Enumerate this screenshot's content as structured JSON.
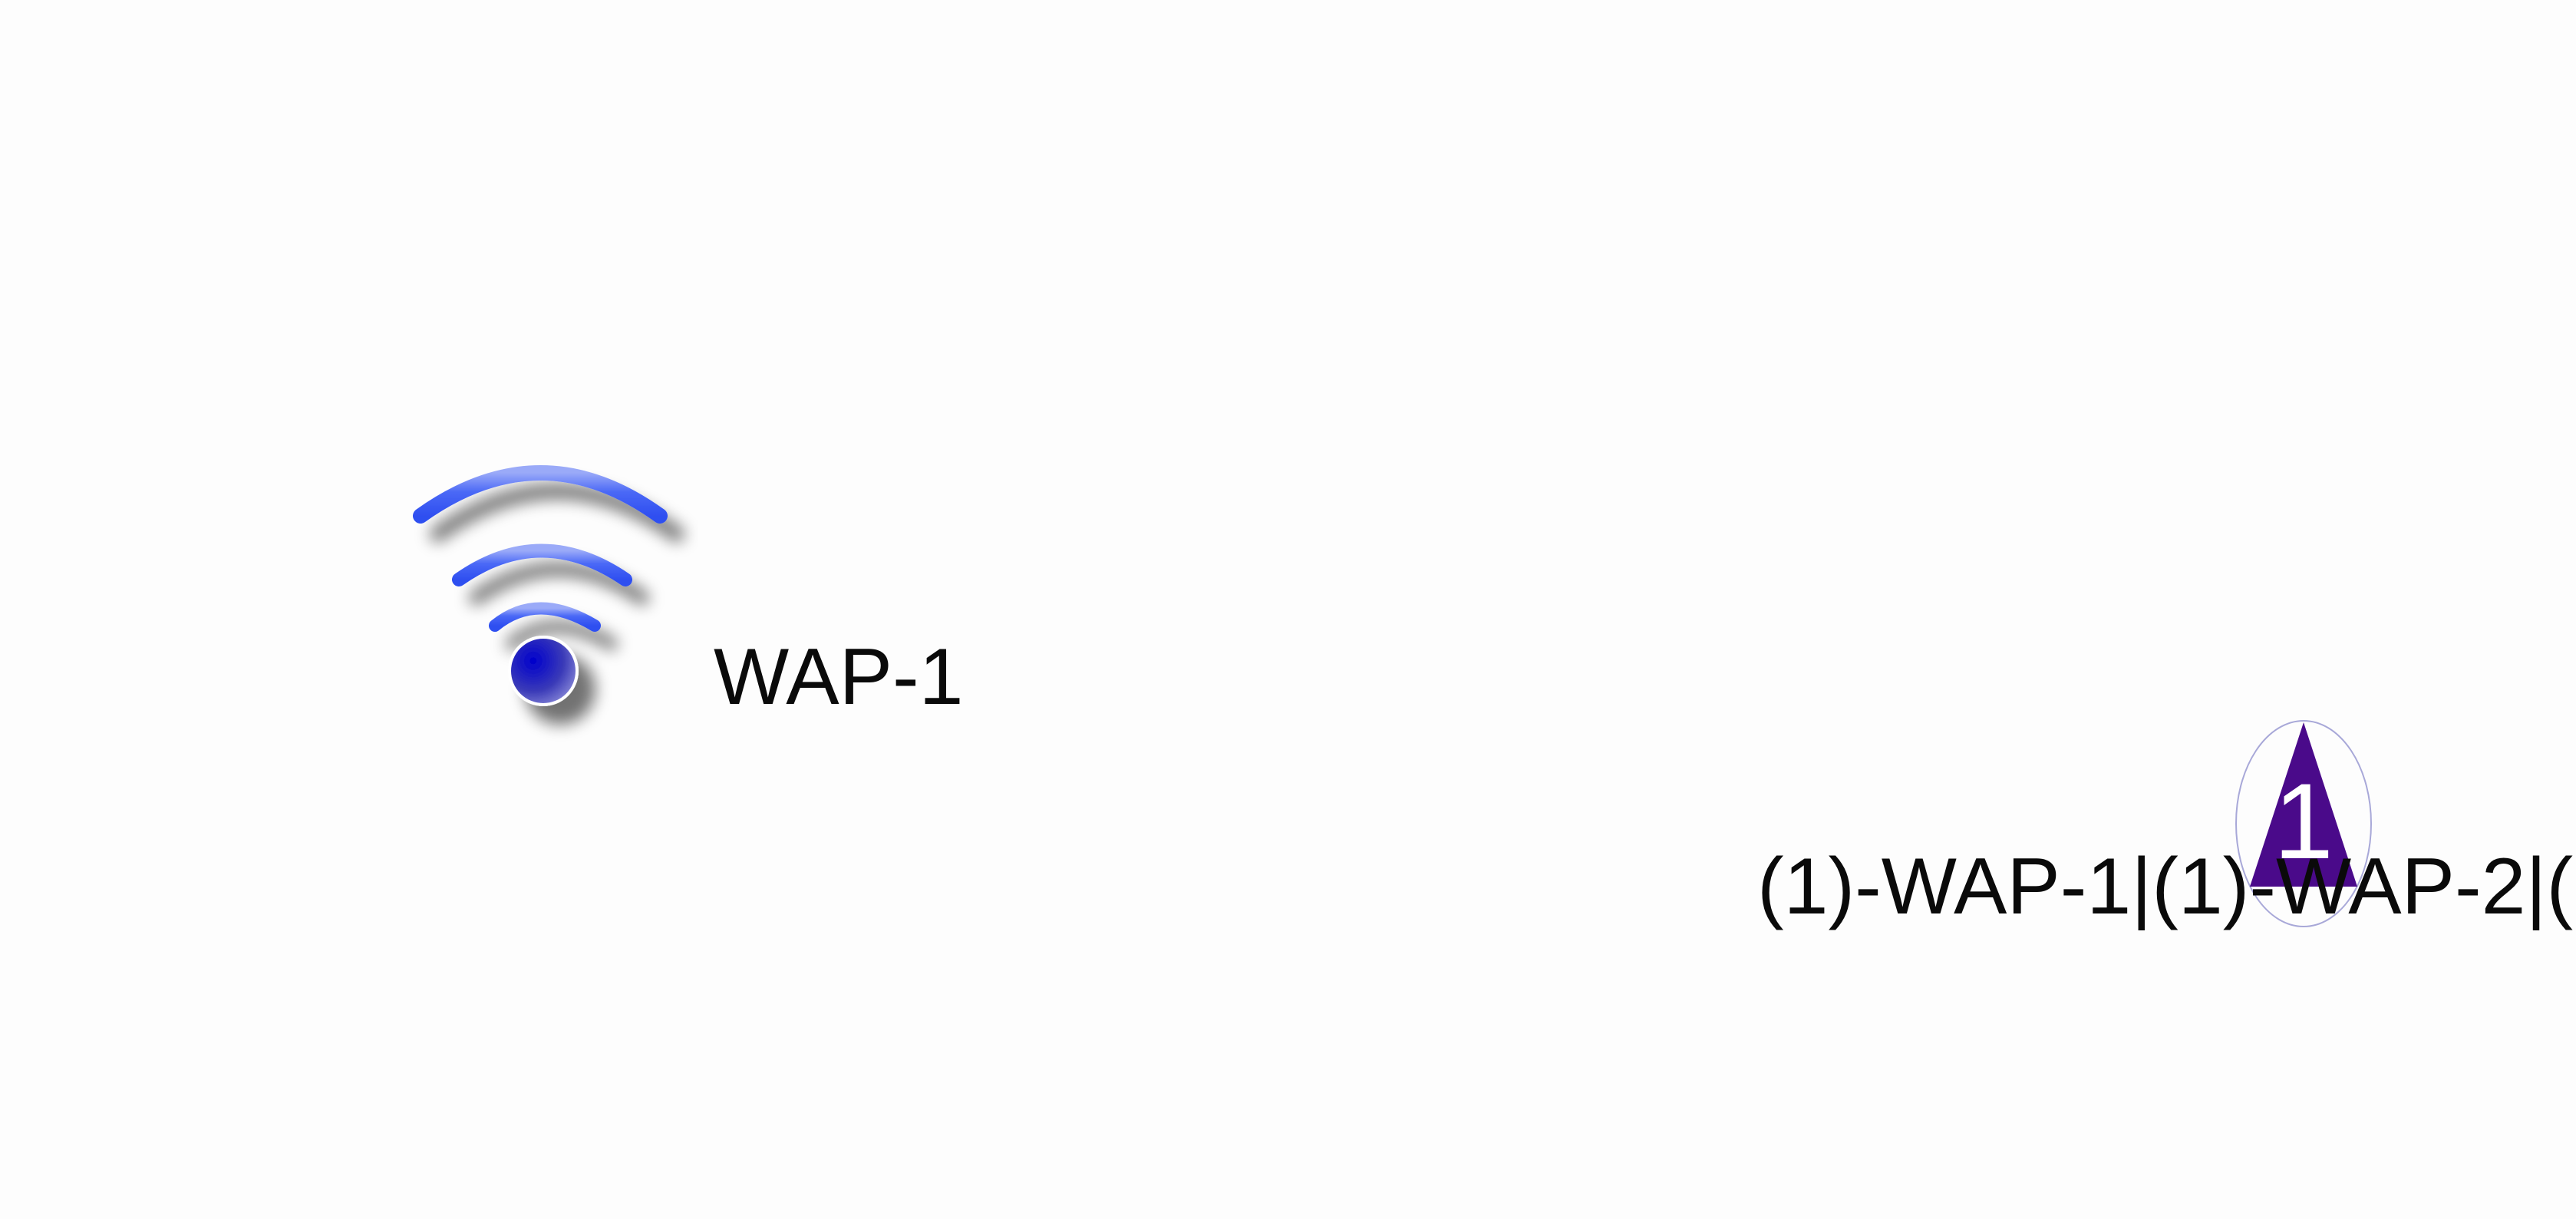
{
  "nodes": [
    {
      "label": "WAP-1",
      "icon": "wifi-access-point-icon",
      "colors": {
        "arc": "#3f5ff5",
        "dot": "#1a1aa8",
        "dot_outline": "#ffffff"
      }
    }
  ],
  "marker": {
    "number": "1",
    "icon": "triangle-marker-icon",
    "colors": {
      "fill": "#4a0a8a",
      "ring": "#a8a8d8"
    }
  },
  "path_label": "(1)-WAP-1|(1)-WAP-2|("
}
